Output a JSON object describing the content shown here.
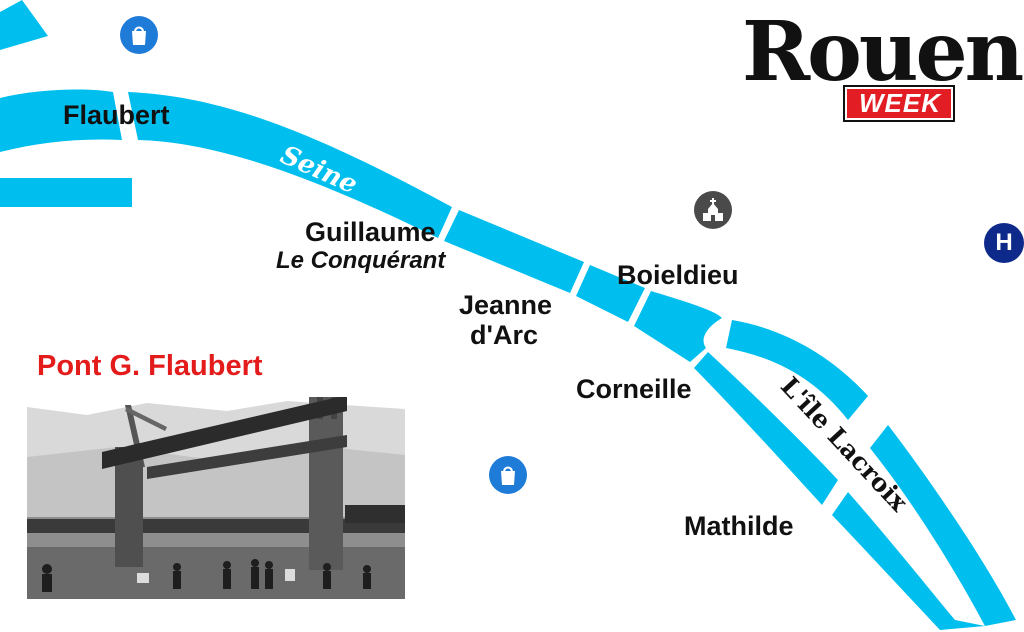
{
  "colors": {
    "river": "#00bfee",
    "label": "#111111",
    "photo_title": "#e31b1b",
    "shop_icon": "#1e7bd8",
    "church_icon": "#4a4a4a",
    "hospital_icon": "#0d2a8a",
    "logo_accent": "#e21d24"
  },
  "logo": {
    "main": "Rouen",
    "sub": "WEEK"
  },
  "river_labels": {
    "seine": "Seine",
    "island": "L'île Lacroix"
  },
  "bridges": {
    "flaubert": "Flaubert",
    "guillaume_line1": "Guillaume",
    "guillaume_line2": "Le Conquérant",
    "jeanne_line1": "Jeanne",
    "jeanne_line2": "d'Arc",
    "boieldieu": "Boieldieu",
    "corneille": "Corneille",
    "mathilde": "Mathilde"
  },
  "photo": {
    "title": "Pont G. Flaubert"
  },
  "icons": {
    "shop": "shopping-bag-icon",
    "church": "church-icon",
    "hospital": "hospital-icon",
    "hospital_letter": "H"
  }
}
